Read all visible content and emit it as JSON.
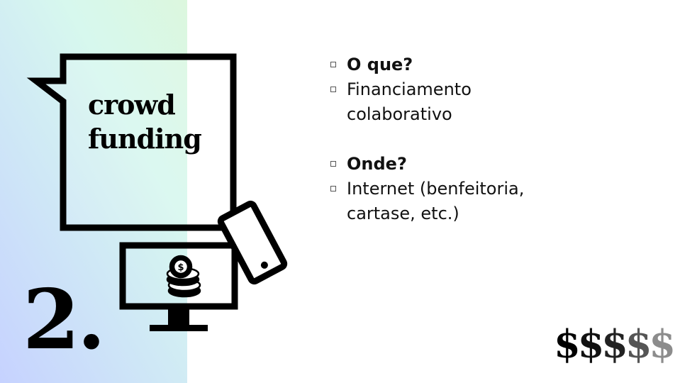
{
  "bubble": {
    "lines": [
      "crowd",
      "funding"
    ]
  },
  "slide_number": "2.",
  "bullets": [
    {
      "text": "O que?",
      "bold": true
    },
    {
      "text": "Financiamento colaborativo",
      "bold": false
    },
    {
      "text": "Onde?",
      "bold": true
    },
    {
      "text": "Internet (benfeitoria, cartase, etc.)",
      "bold": false
    }
  ],
  "dollars": {
    "chars": [
      "$",
      "$",
      "$",
      "$",
      "$"
    ],
    "colors": [
      "#000000",
      "#111111",
      "#222222",
      "#555555",
      "#8c8c8c"
    ]
  },
  "colors": {
    "panel_start": "#c6d2ff",
    "panel_end": "#dcf7de",
    "ink": "#000000"
  },
  "icons": [
    "speech-bubble-icon",
    "monitor-icon",
    "smartphone-icon",
    "coin-stack-icon"
  ]
}
